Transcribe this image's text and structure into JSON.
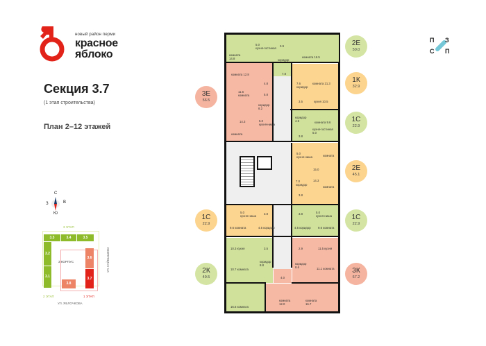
{
  "logo": {
    "tagline": "новый район перми",
    "name": "красное яблоко",
    "mark": "Я"
  },
  "header": {
    "title": "Секция 3.7",
    "subtitle": "(1 этап строительства)",
    "plan": "План 2–12 этажей"
  },
  "compass": {
    "n": "С",
    "s": "Ю",
    "e": "В",
    "w": "З"
  },
  "legend_icon": {
    "tl": "П",
    "tr": "З",
    "bl": "С",
    "br": "П"
  },
  "minimap": {
    "stage3": "3 ЭТАП",
    "stage2": "2 ЭТАП",
    "stage1": "1 ЭТАП",
    "block": "3 КОРПУС",
    "street_right": "УЛ. КУЙБЫШЕВА",
    "street_bottom": "УЛ. ЯБЛОЧКОВА",
    "sections": [
      "3.1",
      "3.2",
      "3.3",
      "3.4",
      "3.5",
      "3.6",
      "3.7",
      "3.8"
    ]
  },
  "colors": {
    "green": "#cfe19a",
    "salmon": "#f6b9a4",
    "orange": "#fcd591",
    "red": "#e2231a"
  },
  "apartments": [
    {
      "type": "2Е",
      "area": "50.0",
      "rooms": [
        [
          "комната",
          "14.8"
        ],
        [
          "кухня-гостиная",
          "5.0"
        ],
        [
          "",
          "3.9"
        ],
        [
          "коридор",
          "7.8"
        ],
        [
          "комната",
          "16.5"
        ]
      ]
    },
    {
      "type": "3Е",
      "area": "56.5",
      "rooms": [
        [
          "комната",
          "12.8"
        ],
        [
          "",
          "4.8"
        ],
        [
          "",
          "5.8"
        ],
        [
          "комната",
          "11.6"
        ],
        [
          "коридор",
          "8.2"
        ],
        [
          "",
          "14.3"
        ],
        [
          "кухня-ниша",
          "5.0"
        ],
        [
          "комната",
          ""
        ]
      ]
    },
    {
      "type": "1К",
      "area": "32.9",
      "rooms": [
        [
          "коридор",
          "7.6"
        ],
        [
          "комната",
          "21.3"
        ],
        [
          "",
          "3.5"
        ],
        [
          "кухня",
          "10.5"
        ]
      ]
    },
    {
      "type": "1С",
      "area": "22.9",
      "rooms": [
        [
          "коридор",
          "4.5"
        ],
        [
          "комната",
          "9.6"
        ],
        [
          "",
          "3.8"
        ],
        [
          "кухня-гостиная",
          "5.0"
        ]
      ]
    },
    {
      "type": "2Е",
      "area": "45.1",
      "rooms": [
        [
          "кухня-ниша",
          "5.0"
        ],
        [
          "комната",
          ""
        ],
        [
          "",
          "15.0"
        ],
        [
          "коридор",
          "7.0"
        ],
        [
          "",
          "14.3"
        ],
        [
          "комната",
          ""
        ],
        [
          "",
          "3.8"
        ]
      ]
    },
    {
      "type": "1С",
      "area": "22.9",
      "rooms": [
        [
          "кухня-ниша",
          "5.0"
        ],
        [
          "",
          "3.8"
        ],
        [
          "комната",
          "9.6"
        ],
        [
          "коридор",
          "4.5"
        ]
      ]
    },
    {
      "type": "1С",
      "area": "22.9",
      "rooms": [
        [
          "",
          "3.8"
        ],
        [
          "кухня-ниша",
          "5.0"
        ],
        [
          "коридор",
          "4.5"
        ],
        [
          "комната",
          "9.6"
        ]
      ]
    },
    {
      "type": "2К",
      "area": "49.5",
      "rooms": [
        [
          "кухня",
          "10.3"
        ],
        [
          "",
          "3.5"
        ],
        [
          "комната",
          "10.7"
        ],
        [
          "коридор",
          "8.8"
        ],
        [
          "комната",
          "16.6"
        ]
      ]
    },
    {
      "type": "3К",
      "area": "67.2",
      "rooms": [
        [
          "",
          "2.9"
        ],
        [
          "кухня",
          "11.5"
        ],
        [
          "коридор",
          "8.6"
        ],
        [
          "комната",
          "11.1"
        ],
        [
          "",
          "4.0"
        ],
        [
          "комната",
          "12.0"
        ],
        [
          "комната",
          "16.7"
        ]
      ]
    }
  ]
}
